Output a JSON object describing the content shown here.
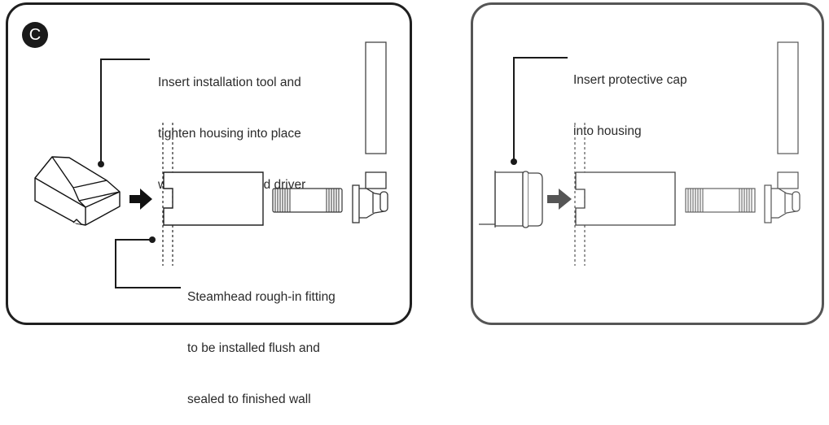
{
  "step_badge": "C",
  "left_panel": {
    "callout_top": [
      "Insert installation tool and",
      "tighten housing into place",
      "with a 1\" socket and driver"
    ],
    "callout_bottom": [
      "Steamhead rough-in fitting",
      "to be installed flush and",
      "sealed to finished wall"
    ]
  },
  "right_panel": {
    "callout_top": [
      "Insert protective cap",
      "into housing"
    ]
  },
  "icons": {
    "installation_tool": "installation-tool-icon",
    "protective_cap": "protective-cap-icon",
    "arrow": "arrow-right-icon",
    "housing": "housing-icon",
    "nipple": "threaded-nipple-icon",
    "elbow": "elbow-fitting-icon",
    "pipe": "pipe-icon"
  }
}
